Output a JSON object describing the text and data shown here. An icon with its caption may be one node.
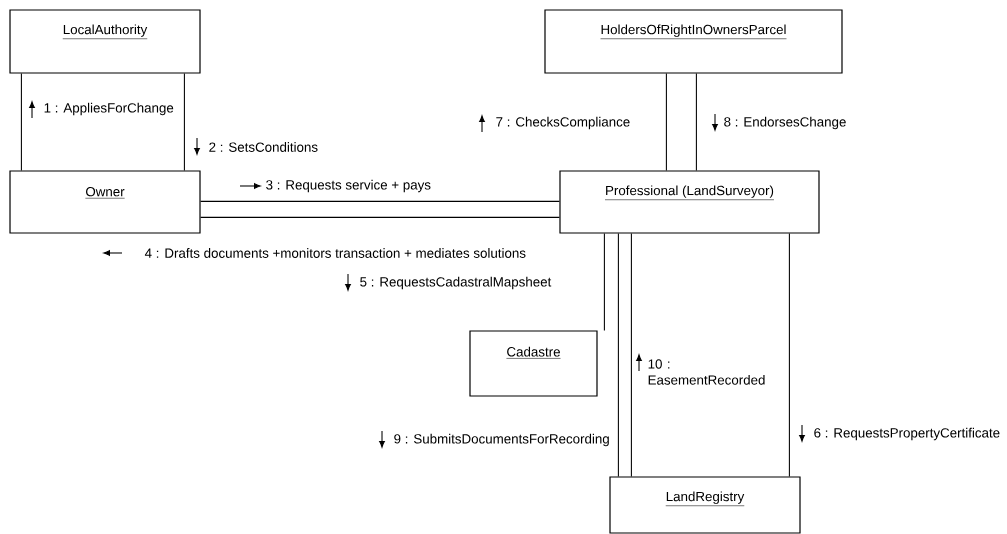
{
  "diagram": {
    "nodes": [
      {
        "text": [
          "LocalAuthority"
        ]
      },
      {
        "text": [
          "HoldersOfRightInOwnersParcel"
        ]
      },
      {
        "text": [
          "Owner"
        ]
      },
      {
        "text": [
          "Professional (LandSurveyor)"
        ]
      },
      {
        "text": [
          "Cadastre"
        ]
      },
      {
        "text": [
          "LandRegistry"
        ]
      }
    ],
    "edges": [
      {
        "from": 0,
        "to": 2,
        "arrow": "none",
        "label": "1 : AppliesForChange"
      },
      {
        "from": 0,
        "to": 2,
        "arrow": "none",
        "label": "2 : SetsConditions"
      },
      {
        "from": 2,
        "to": 3,
        "arrow": "none",
        "label": "3 : Requests service + pays"
      },
      {
        "from": 2,
        "to": 3,
        "arrow": "none",
        "label": "4 : Drafts documents +monitors transaction + mediates solutions"
      },
      {
        "from": 3,
        "to": 4,
        "arrow": "none",
        "label": "5 : RequestsCadastralMapsheet"
      },
      {
        "from": 3,
        "to": 5,
        "arrow": "none",
        "label": "6 : RequestsPropertyCertificate"
      },
      {
        "from": 1,
        "to": 3,
        "arrow": "none",
        "label": "7 : ChecksCompliance"
      },
      {
        "from": 1,
        "to": 3,
        "arrow": "none",
        "label": "8 : EndorsesChange"
      },
      {
        "from": 3,
        "to": 5,
        "arrow": "none",
        "label": "9 : SubmitsDocumentsForRecording"
      },
      {
        "from": 3,
        "to": 5,
        "arrow": "none",
        "label": "10 : EasementRecorded"
      }
    ]
  }
}
